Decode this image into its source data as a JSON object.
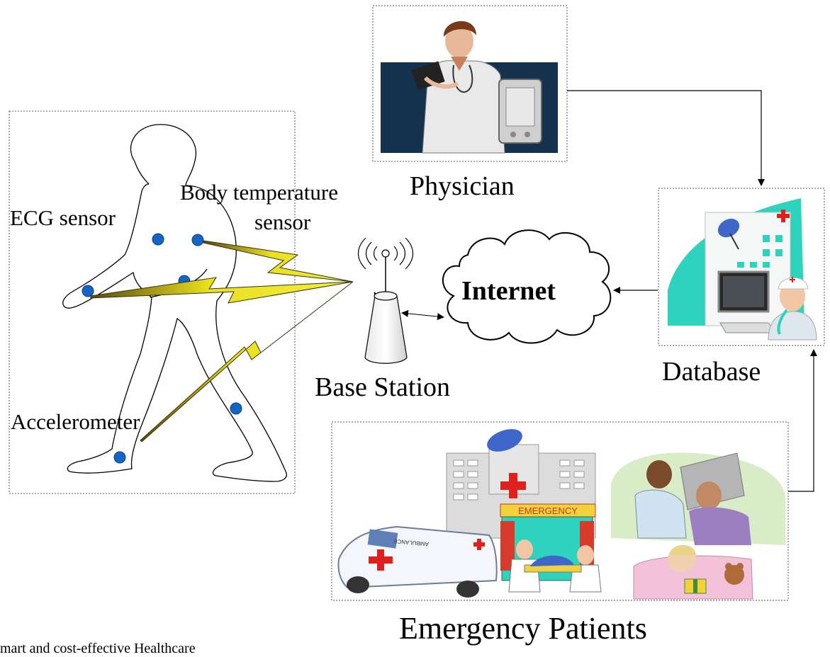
{
  "labels": {
    "physician": "Physician",
    "database": "Database",
    "internet": "Internet",
    "base_station": "Base Station",
    "emergency_patients": "Emergency Patients",
    "ecg_sensor": "ECG sensor",
    "body_temp_line1": "Body temperature",
    "body_temp_line2": "sensor",
    "accelerometer": "Accelerometer",
    "caption_fragment": "mart and cost-effective Healthcare"
  },
  "illustration_text": {
    "emergency_sign": "EMERGENCY",
    "ambulance_text": "AMBULANCE"
  },
  "colors": {
    "sensor_dot": "#1565c8",
    "lightning_fill": "#e8e020",
    "lightning_dark": "#6b5a10",
    "scrub_teal": "#2ed3bd",
    "hospital_red": "#e0201c",
    "box_border": "#555555"
  }
}
